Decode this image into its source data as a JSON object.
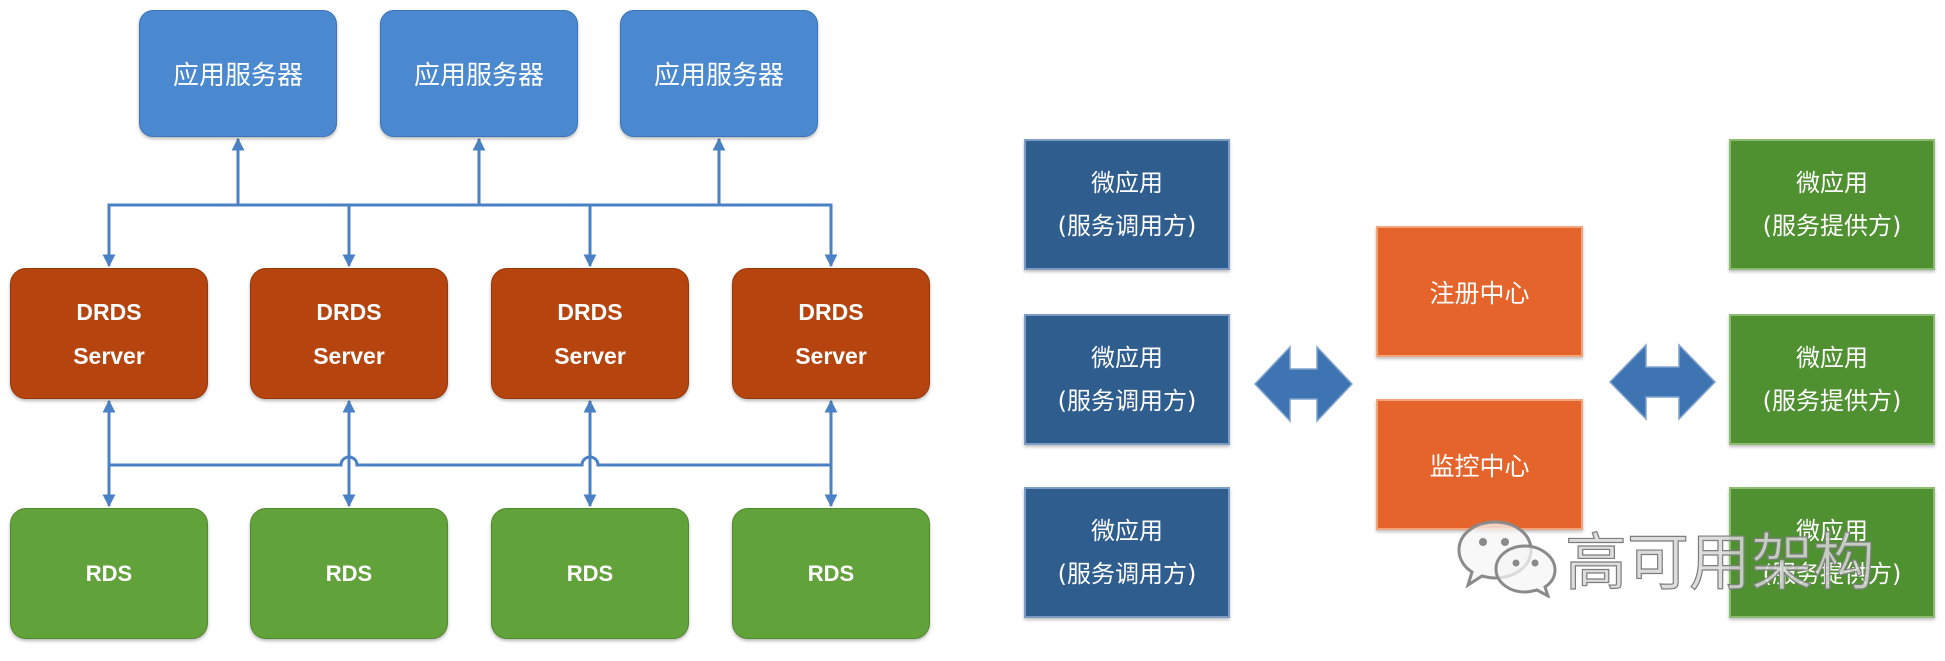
{
  "left_diagram": {
    "app_servers": [
      {
        "label": "应用服务器"
      },
      {
        "label": "应用服务器"
      },
      {
        "label": "应用服务器"
      }
    ],
    "drds_servers": [
      {
        "line1": "DRDS",
        "line2": "Server"
      },
      {
        "line1": "DRDS",
        "line2": "Server"
      },
      {
        "line1": "DRDS",
        "line2": "Server"
      },
      {
        "line1": "DRDS",
        "line2": "Server"
      }
    ],
    "rds_instances": [
      {
        "label": "RDS"
      },
      {
        "label": "RDS"
      },
      {
        "label": "RDS"
      },
      {
        "label": "RDS"
      }
    ]
  },
  "right_diagram": {
    "consumers": [
      {
        "line1": "微应用",
        "line2": "(服务调用方)"
      },
      {
        "line1": "微应用",
        "line2": "(服务调用方)"
      },
      {
        "line1": "微应用",
        "line2": "(服务调用方)"
      }
    ],
    "registry_center": "注册中心",
    "monitor_center": "监控中心",
    "providers": [
      {
        "line1": "微应用",
        "line2": "(服务提供方)"
      },
      {
        "line1": "微应用",
        "line2": "(服务提供方)"
      },
      {
        "line1": "微应用",
        "line2": "(服务提供方)"
      }
    ]
  },
  "watermark": {
    "icon": "wechat-icon",
    "text": "高可用架构"
  },
  "colors": {
    "app_server": "#4A88D0",
    "drds_server": "#B5440E",
    "rds": "#62A23A",
    "consumer": "#2F5D8E",
    "center": "#E5642B",
    "provider": "#4F9131",
    "connector": "#4A80C4",
    "double_arrow": "#3F74B3"
  }
}
